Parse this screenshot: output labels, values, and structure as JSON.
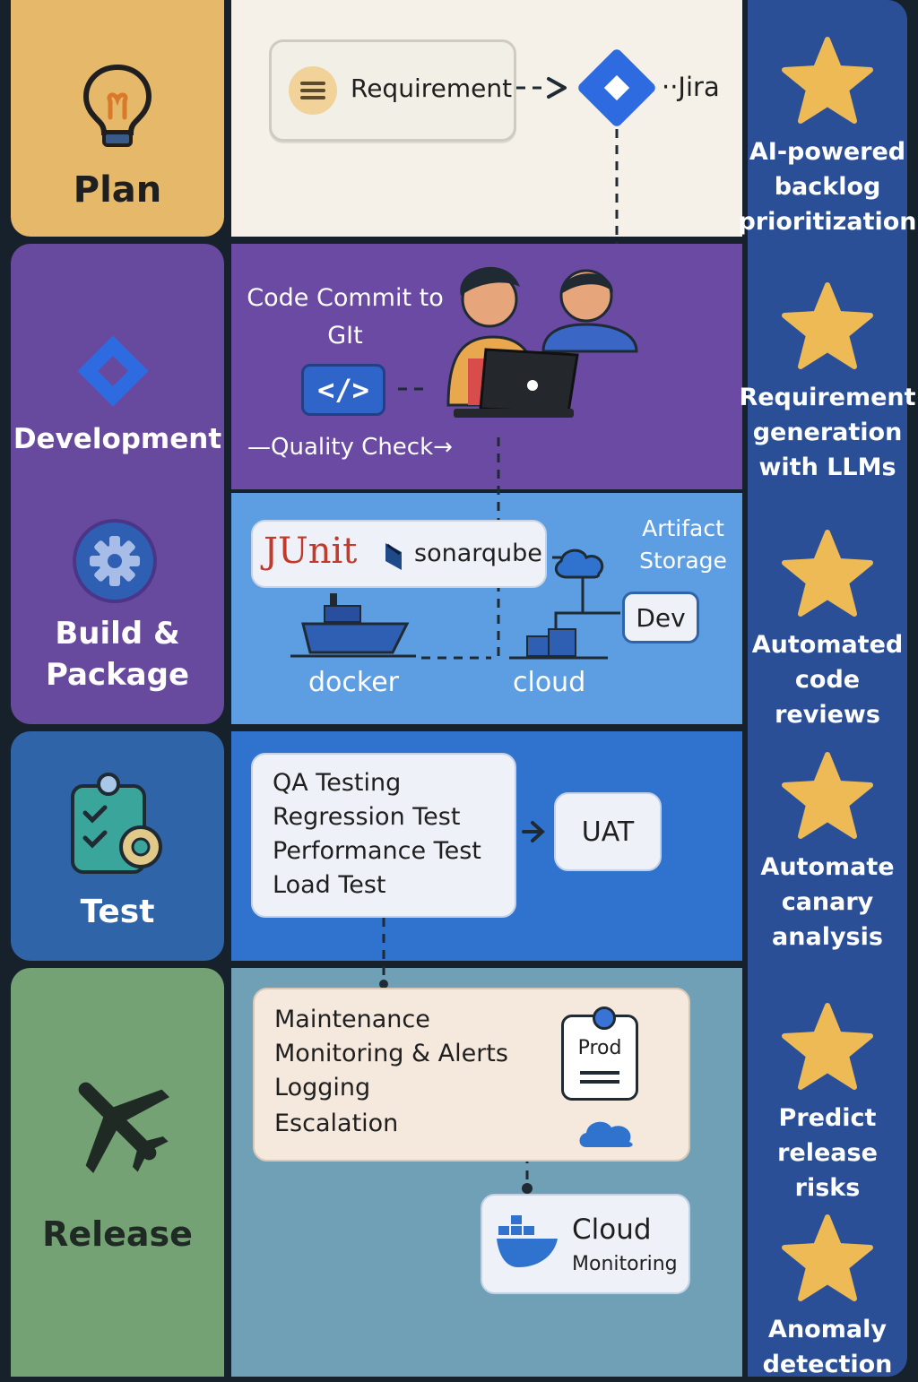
{
  "stages": [
    {
      "id": "plan",
      "label": "Plan",
      "color": "#e6b86a",
      "text_color": "#1f1f1f"
    },
    {
      "id": "development",
      "label": "Development",
      "color": "#67499e",
      "text_color": "#ffffff"
    },
    {
      "id": "build",
      "label": "Build &\nPackage",
      "color": "#67499e",
      "text_color": "#ffffff"
    },
    {
      "id": "test",
      "label": "Test",
      "color": "#2f64a8",
      "text_color": "#ffffff"
    },
    {
      "id": "release",
      "label": "Release",
      "color": "#74a275",
      "text_color": "#1f2a22"
    }
  ],
  "plan": {
    "requirement_label": "Requirement",
    "jira_label": "··Jira"
  },
  "development": {
    "commit_text": "Code Commit to\nGIt",
    "code_symbol": "</>",
    "quality_text": "—Quality Check→"
  },
  "build": {
    "junit_label": "JUnit",
    "sonar_label": "sonarqube",
    "artifact_text": "Artifact\nStorage",
    "dev_label": "Dev",
    "docker_label": "docker",
    "cloud_label": "cloud"
  },
  "test": {
    "items": [
      "QA Testing",
      "Regression Test",
      "Performance Test",
      "Load Test"
    ],
    "uat_label": "UAT"
  },
  "release": {
    "items": [
      "Maintenance",
      "Monitoring & Alerts",
      "Logging",
      "Escalation"
    ],
    "prod_label": "Prod",
    "cloud_title": "Cloud",
    "cloud_subtitle": "Monitoring"
  },
  "ai_features": [
    {
      "text": "AI-powered\nbacklog\nprioritization",
      "icon": "star-icon"
    },
    {
      "text": "Requirement\ngeneration\nwith LLMs",
      "icon": "star-icon"
    },
    {
      "text": "Automated\ncode reviews",
      "icon": "star-icon"
    },
    {
      "text": "Automate\ncanary\nanalysis",
      "icon": "star-icon"
    },
    {
      "text": "Predict\nrelease risks",
      "icon": "star-icon"
    },
    {
      "text": "Anomaly\ndetection",
      "icon": "star-icon"
    }
  ],
  "colors": {
    "accent_star": "#eeba55",
    "jira_blue": "#2f6be0",
    "sidebar": "#2b4f97"
  }
}
